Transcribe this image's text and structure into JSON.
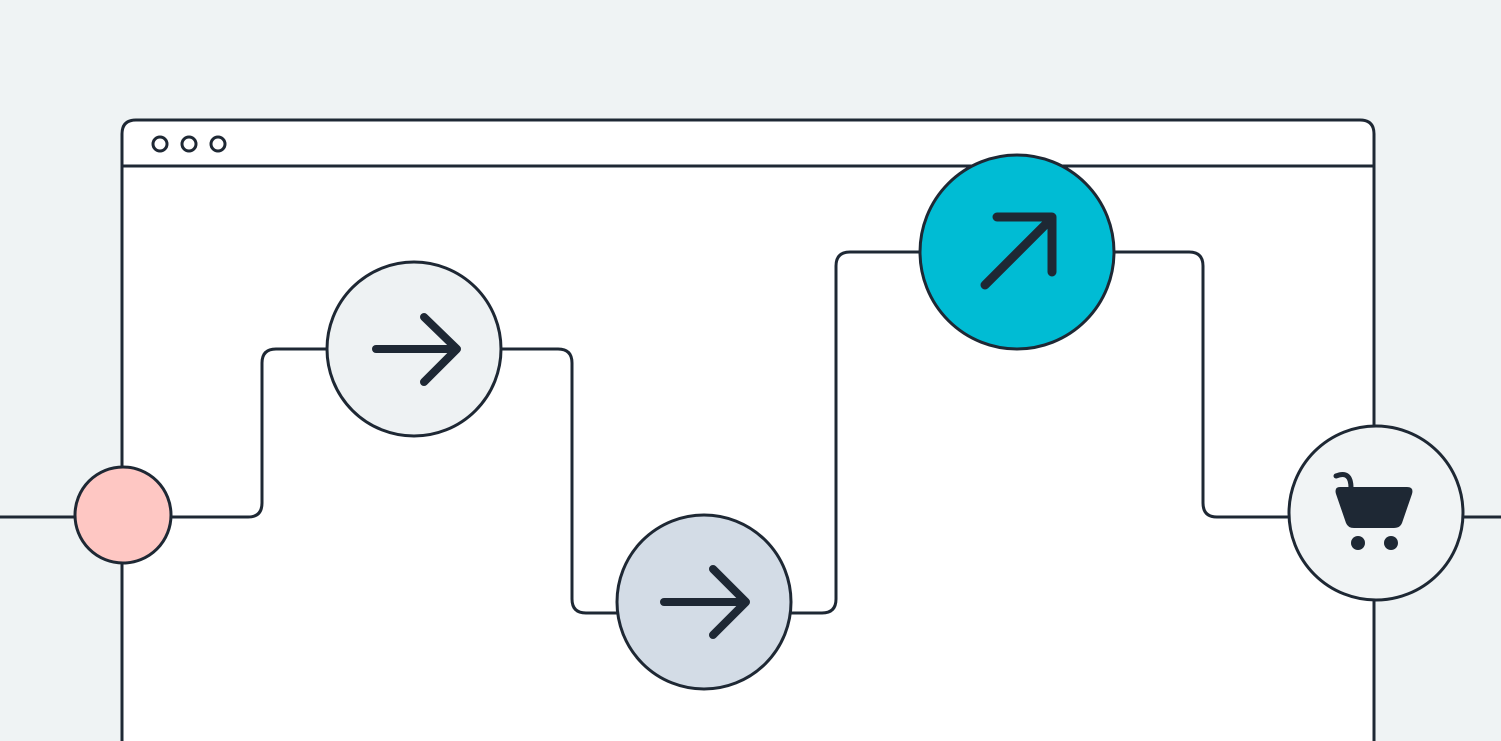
{
  "colors": {
    "background": "#eff3f4",
    "window": "#ffffff",
    "stroke": "#1e2834",
    "start": "#fec7c3",
    "step_light": "#eef2f3",
    "step_mid": "#d3dce6",
    "step_accent": "#00bcd4",
    "cart_bg": "#f1f4f5"
  },
  "browser_window": {
    "dots": [
      "dot-1",
      "dot-2",
      "dot-3"
    ]
  },
  "journey": {
    "nodes": [
      {
        "id": "start",
        "icon": "none",
        "fill": "start"
      },
      {
        "id": "step-1",
        "icon": "arrow-right-icon",
        "fill": "step_light"
      },
      {
        "id": "step-2",
        "icon": "arrow-right-icon",
        "fill": "step_mid"
      },
      {
        "id": "step-3",
        "icon": "arrow-up-right-icon",
        "fill": "step_accent"
      },
      {
        "id": "checkout",
        "icon": "shopping-cart-icon",
        "fill": "cart_bg"
      }
    ]
  }
}
